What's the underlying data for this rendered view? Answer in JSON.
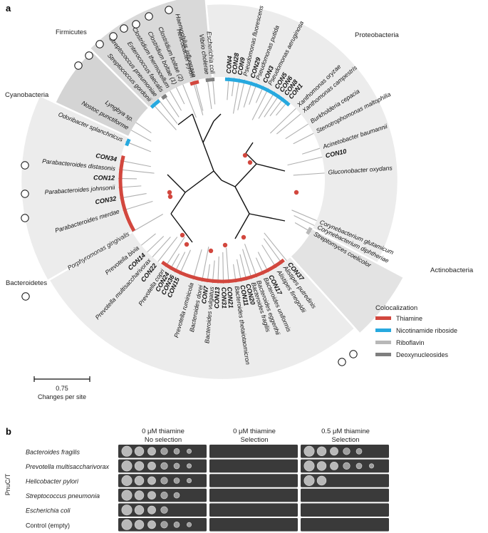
{
  "panel_a": {
    "label": "a",
    "clades": [
      {
        "name": "Proteobacteria"
      },
      {
        "name": "Firmicutes"
      },
      {
        "name": "Cyanobacteria"
      },
      {
        "name": "Actinobacteria"
      },
      {
        "name": "Bacteroidetes"
      }
    ],
    "tips": [
      {
        "name": "Helicobacter pylori",
        "bold": false
      },
      {
        "name": "Vibrio cholerae",
        "bold": false
      },
      {
        "name": "Escherichia coli",
        "bold": false
      },
      {
        "name": "CON4",
        "bold": true
      },
      {
        "name": "CON28",
        "bold": true
      },
      {
        "name": "CON9",
        "bold": true
      },
      {
        "name": "Pseudomonas fluorescens",
        "bold": false
      },
      {
        "name": "CON29",
        "bold": true
      },
      {
        "name": "Pseudomonas putida",
        "bold": false
      },
      {
        "name": "CON3",
        "bold": true
      },
      {
        "name": "Pseudomonas aeruginosa",
        "bold": false
      },
      {
        "name": "CON5",
        "bold": true
      },
      {
        "name": "CON6",
        "bold": true
      },
      {
        "name": "CON8",
        "bold": true
      },
      {
        "name": "CON1",
        "bold": true
      },
      {
        "name": "Xanthomonas oryzae",
        "bold": false
      },
      {
        "name": "Xanthomonas campestris",
        "bold": false
      },
      {
        "name": "Burkholderia cepacia",
        "bold": false
      },
      {
        "name": "Stenotrophomonas maltophilia",
        "bold": false
      },
      {
        "name": "Acinetobacter baumannii",
        "bold": false
      },
      {
        "name": "CON10",
        "bold": true
      },
      {
        "name": "Gluconobacter oxydans",
        "bold": false
      },
      {
        "name": "Corynebacterium glutamicum",
        "bold": false
      },
      {
        "name": "Corynebacterium diphtheriae",
        "bold": false
      },
      {
        "name": "Streptomyces coelicolor",
        "bold": false
      },
      {
        "name": "CON37",
        "bold": true
      },
      {
        "name": "Alistipes putredinis",
        "bold": false
      },
      {
        "name": "Alistipes finegoldii",
        "bold": false
      },
      {
        "name": "CON17",
        "bold": true
      },
      {
        "name": "Bacteroides uniformis",
        "bold": false
      },
      {
        "name": "Bacteroides eggerthii",
        "bold": false
      },
      {
        "name": "Bacteroides fragilis",
        "bold": false
      },
      {
        "name": "CON20",
        "bold": true
      },
      {
        "name": "CON11",
        "bold": true
      },
      {
        "name": "Bacteroides thetaiotaomicron",
        "bold": false
      },
      {
        "name": "CON21",
        "bold": true
      },
      {
        "name": "CON31",
        "bold": true
      },
      {
        "name": "CON13",
        "bold": true
      },
      {
        "name": "Bacteroides vulgatus",
        "bold": false
      },
      {
        "name": "CON7",
        "bold": true
      },
      {
        "name": "Bacteroides dorei",
        "bold": false
      },
      {
        "name": "Prevotella ruminicola",
        "bold": false
      },
      {
        "name": "CON15",
        "bold": true
      },
      {
        "name": "CON36",
        "bold": true
      },
      {
        "name": "CON24",
        "bold": true
      },
      {
        "name": "Prevotella copri",
        "bold": false
      },
      {
        "name": "CON22",
        "bold": true
      },
      {
        "name": "Prevotella multisaccharivorax",
        "bold": false
      },
      {
        "name": "CON14",
        "bold": true
      },
      {
        "name": "Prevotella bivia",
        "bold": false
      },
      {
        "name": "Porphyromonas gingivalis",
        "bold": false
      },
      {
        "name": "Parabacteroides merdae",
        "bold": false
      },
      {
        "name": "CON32",
        "bold": true
      },
      {
        "name": "Parabacteroides johnsonii",
        "bold": false
      },
      {
        "name": "CON12",
        "bold": true
      },
      {
        "name": "Parabacteroides distasonis",
        "bold": false
      },
      {
        "name": "CON34",
        "bold": true
      },
      {
        "name": "Odoribacter splanchnicus",
        "bold": false
      },
      {
        "name": "Nostoc punctiforme",
        "bold": false
      },
      {
        "name": "Lyngbya sp.",
        "bold": false
      },
      {
        "name": "Streptococcus gordonii",
        "bold": false
      },
      {
        "name": "Streptococcus pneumoniae",
        "bold": false
      },
      {
        "name": "Enterococcus faecalis",
        "bold": false
      },
      {
        "name": "Clostridium thermocellum",
        "bold": false
      },
      {
        "name": "Clostridium boltae (1)",
        "bold": false
      },
      {
        "name": "Clostridium boltae (2)",
        "bold": false
      },
      {
        "name": "Haemophilus influenzae",
        "bold": false
      }
    ],
    "legend": {
      "title": "Colocalization",
      "items": [
        {
          "label": "Thiamine",
          "color": "#d2473e"
        },
        {
          "label": "Nicotinamide riboside",
          "color": "#27a9df"
        },
        {
          "label": "Riboflavin",
          "color": "#b8b8b8"
        },
        {
          "label": "Deoxynucleosides",
          "color": "#7f7f7f"
        }
      ]
    },
    "scale_bar": {
      "value": "0.75",
      "unit": "Changes per site"
    }
  },
  "panel_b": {
    "label": "b",
    "y_axis_label": "PnuC/T",
    "columns": [
      {
        "line1": "0 μM thiamine",
        "line2": "No selection"
      },
      {
        "line1": "0 μM thiamine",
        "line2": "Selection"
      },
      {
        "line1": "0.5 μM thiamine",
        "line2": "Selection"
      }
    ],
    "rows": [
      {
        "label": "Bacteroides fragilis",
        "italic": true
      },
      {
        "label": "Prevotella multisaccharivorax",
        "italic": true
      },
      {
        "label": "Helicobacter pylori",
        "italic": true
      },
      {
        "label": "Streptococcus pneumonia",
        "italic": true
      },
      {
        "label": "Escherichia coli",
        "italic": true
      },
      {
        "label": "Control (empty)",
        "italic": false
      }
    ]
  }
}
